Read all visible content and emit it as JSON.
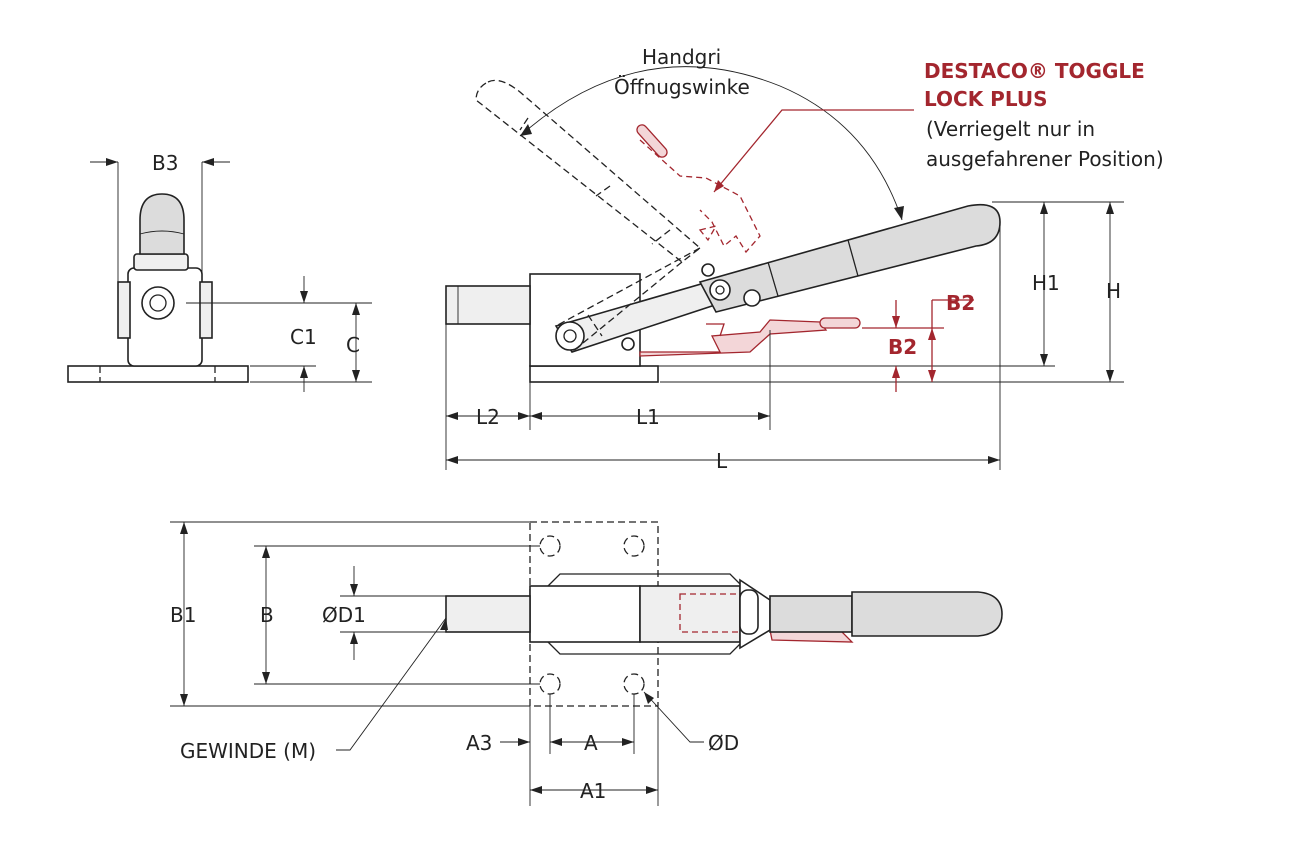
{
  "labels": {
    "handle_angle_line1": "Handgri",
    "handle_angle_line2": "Öffnugswinke",
    "brand_line1": "DESTACO® TOGGLE",
    "brand_line2": "LOCK PLUS",
    "note_line1": "(Verriegelt nur in",
    "note_line2": "ausgefahrener Position)",
    "B3": "B3",
    "C1": "C1",
    "C": "C",
    "H1": "H1",
    "H": "H",
    "B2_top": "B2",
    "B2_side": "B2",
    "L2": "L2",
    "L1": "L1",
    "L": "L",
    "B1": "B1",
    "B": "B",
    "D1": "ØD1",
    "thread": "GEWINDE (M)",
    "A3": "A3",
    "A": "A",
    "D": "ØD",
    "A1": "A1"
  },
  "colors": {
    "line": "#222222",
    "accent": "#a3262e"
  }
}
